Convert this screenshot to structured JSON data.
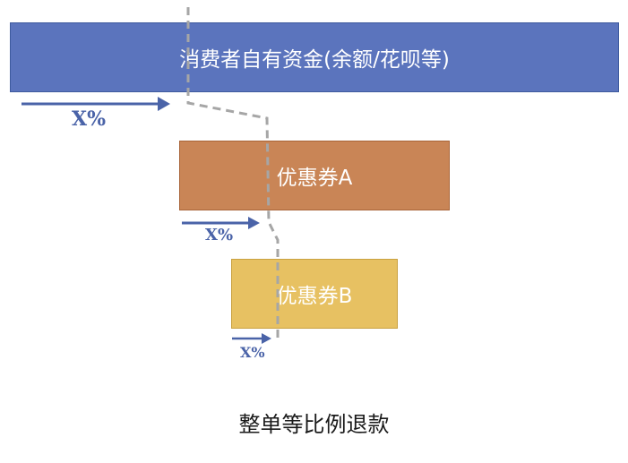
{
  "boxes": {
    "funds": {
      "label": "消费者自有资金(余额/花呗等)",
      "color": "#5b74bd"
    },
    "coupon_a": {
      "label": "优惠券A",
      "color": "#c98556"
    },
    "coupon_b": {
      "label": "优惠券B",
      "color": "#e7c162"
    }
  },
  "percent_labels": [
    "X%",
    "X%",
    "X%"
  ],
  "caption": "整单等比例退款",
  "colors": {
    "arrow": "#4a63a8",
    "dashed_line": "#a6a6a6"
  }
}
